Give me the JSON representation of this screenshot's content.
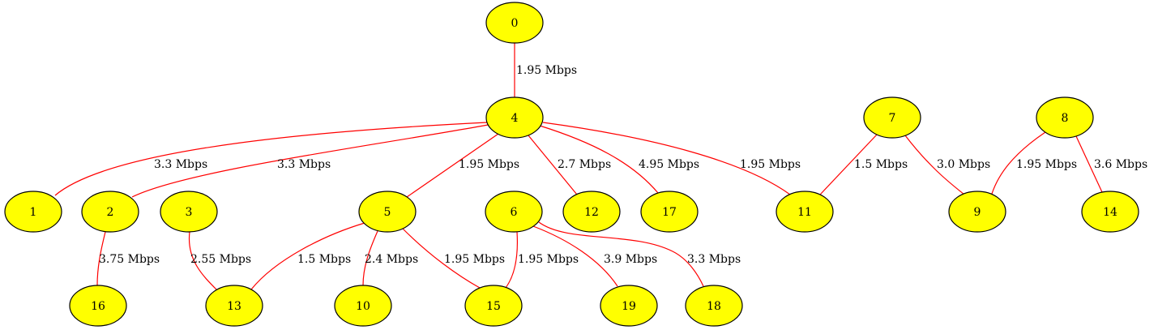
{
  "colors": {
    "node_fill": "#ffff00",
    "node_stroke": "#000000",
    "edge_stroke": "#ff0000",
    "background": "#ffffff"
  },
  "nodes": [
    {
      "id": "0",
      "label": "0"
    },
    {
      "id": "4",
      "label": "4"
    },
    {
      "id": "7",
      "label": "7"
    },
    {
      "id": "8",
      "label": "8"
    },
    {
      "id": "1",
      "label": "1"
    },
    {
      "id": "2",
      "label": "2"
    },
    {
      "id": "3",
      "label": "3"
    },
    {
      "id": "5",
      "label": "5"
    },
    {
      "id": "6",
      "label": "6"
    },
    {
      "id": "12",
      "label": "12"
    },
    {
      "id": "17",
      "label": "17"
    },
    {
      "id": "11",
      "label": "11"
    },
    {
      "id": "9",
      "label": "9"
    },
    {
      "id": "14",
      "label": "14"
    },
    {
      "id": "16",
      "label": "16"
    },
    {
      "id": "13",
      "label": "13"
    },
    {
      "id": "10",
      "label": "10"
    },
    {
      "id": "15",
      "label": "15"
    },
    {
      "id": "19",
      "label": "19"
    },
    {
      "id": "18",
      "label": "18"
    }
  ],
  "edges": [
    {
      "from": "0",
      "to": "4",
      "label": "1.95 Mbps"
    },
    {
      "from": "4",
      "to": "1",
      "label": "3.3 Mbps"
    },
    {
      "from": "4",
      "to": "2",
      "label": "3.3 Mbps"
    },
    {
      "from": "4",
      "to": "5",
      "label": "1.95 Mbps"
    },
    {
      "from": "4",
      "to": "12",
      "label": "2.7 Mbps"
    },
    {
      "from": "4",
      "to": "17",
      "label": "4.95 Mbps"
    },
    {
      "from": "4",
      "to": "11",
      "label": "1.95 Mbps"
    },
    {
      "from": "7",
      "to": "11",
      "label": "1.5 Mbps"
    },
    {
      "from": "7",
      "to": "9",
      "label": "3.0 Mbps"
    },
    {
      "from": "8",
      "to": "9",
      "label": "1.95 Mbps"
    },
    {
      "from": "8",
      "to": "14",
      "label": "3.6 Mbps"
    },
    {
      "from": "2",
      "to": "16",
      "label": "3.75 Mbps"
    },
    {
      "from": "3",
      "to": "13",
      "label": "2.55 Mbps"
    },
    {
      "from": "5",
      "to": "13",
      "label": "1.5 Mbps"
    },
    {
      "from": "5",
      "to": "10",
      "label": "2.4 Mbps"
    },
    {
      "from": "5",
      "to": "15",
      "label": "1.95 Mbps"
    },
    {
      "from": "6",
      "to": "15",
      "label": "1.95 Mbps"
    },
    {
      "from": "6",
      "to": "19",
      "label": "3.9 Mbps"
    },
    {
      "from": "6",
      "to": "18",
      "label": "3.3 Mbps"
    }
  ]
}
